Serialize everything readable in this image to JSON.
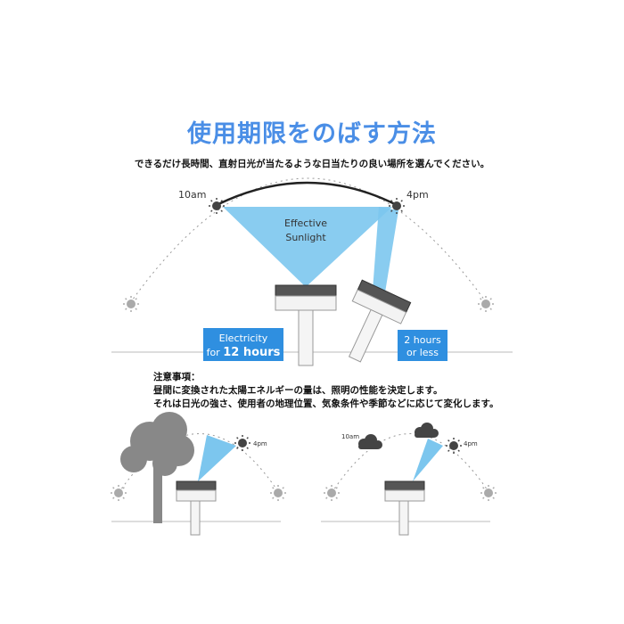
{
  "title": "使用期限をのばす方法",
  "subtitle": "できるだけ長時間、直射日光が当たるような日当たりの良い場所を選んでください。",
  "top_diagram": {
    "label_10am": "10am",
    "label_4pm": "4pm",
    "beam_label_1": "Effective",
    "beam_label_2": "Sunlight",
    "box_left_line1": "Electricity",
    "box_left_line2_prefix": "for ",
    "box_left_line2_bold": "12 hours",
    "box_right_line1": "2 hours",
    "box_right_line2": "or less",
    "accent": "#2f8fe0",
    "beam": "#7cc6ee"
  },
  "notes": {
    "heading": "注意事項：",
    "line1": "昼間に変換された太陽エネルギーの量は、照明の性能を決定します。",
    "line2": "それは日光の強さ、使用者の地理位置、気象条件や季節などに応じて変化します。"
  },
  "bottom_left": {
    "label_4pm": "4pm"
  },
  "bottom_right": {
    "label_10am": "10am",
    "label_4pm": "4pm"
  }
}
